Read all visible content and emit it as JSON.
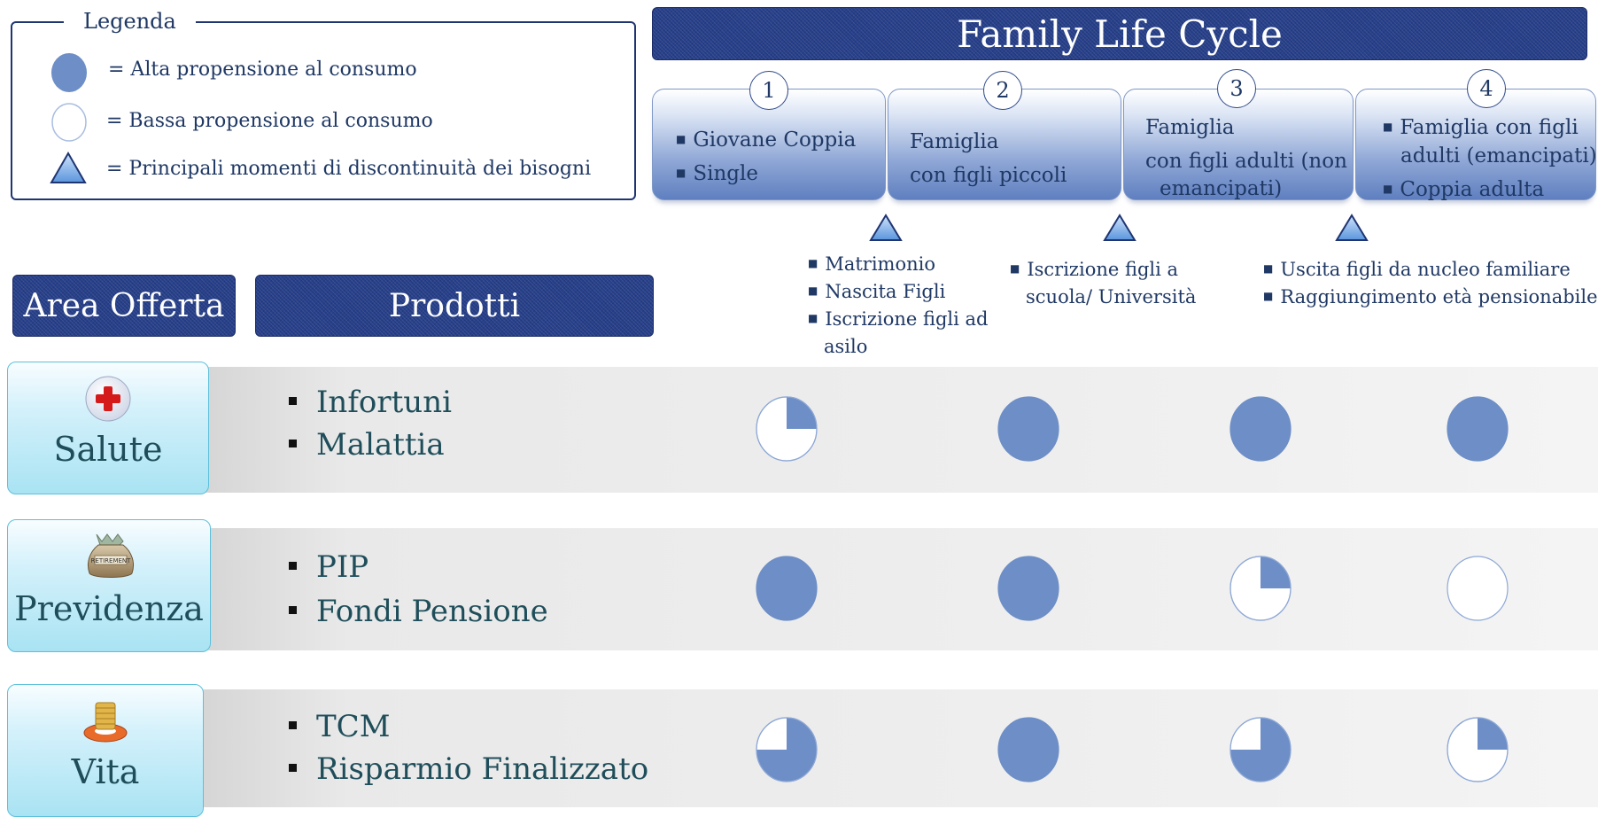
{
  "legend": {
    "title": "Legenda",
    "high_label": "= Alta propensione al consumo",
    "low_label": "= Bassa propensione al consumo",
    "discontinuity_label": "= Principali momenti di discontinuità dei bisogni"
  },
  "header": {
    "title": "Family Life Cycle",
    "area_column": "Area Offerta",
    "products_column": "Prodotti"
  },
  "stages": [
    {
      "number": "1",
      "lines": [
        "Giovane Coppia",
        "Single"
      ],
      "bulleted": true
    },
    {
      "number": "2",
      "lines": [
        "Famiglia",
        "con figli piccoli"
      ],
      "bulleted": false
    },
    {
      "number": "3",
      "lines": [
        "Famiglia",
        "con figli adulti (non",
        "emancipati)"
      ],
      "bulleted": false
    },
    {
      "number": "4",
      "lines": [
        "Famiglia con figli",
        "adulti (emancipati)",
        "Coppia adulta"
      ],
      "bulleted": true
    }
  ],
  "events": [
    {
      "items": [
        "Matrimonio",
        "Nascita Figli",
        "Iscrizione figli ad",
        "asilo"
      ]
    },
    {
      "items": [
        "Iscrizione figli a",
        "scuola/ Università"
      ]
    },
    {
      "items": [
        "Uscita figli da nucleo familiare",
        "Raggiungimento età pensionabile"
      ]
    }
  ],
  "areas": [
    {
      "name": "Salute",
      "icon": "red-cross-icon",
      "products": [
        "Infortuni",
        "Malattia"
      ],
      "propensity": [
        0.25,
        1,
        1,
        1
      ]
    },
    {
      "name": "Previdenza",
      "icon": "retirement-money-bag-icon",
      "products": [
        "PIP",
        "Fondi Pensione"
      ],
      "propensity": [
        1,
        1,
        0.25,
        0
      ]
    },
    {
      "name": "Vita",
      "icon": "life-buoy-coins-icon",
      "products": [
        "TCM",
        "Risparmio Finalizzato"
      ],
      "propensity": [
        0.75,
        1,
        0.75,
        0.25
      ]
    }
  ],
  "colors": {
    "propensity_fill": "#6d8ec6",
    "navy": "#27408b",
    "text": "#1f3864",
    "triangle_fill": "#6fa6e0"
  }
}
